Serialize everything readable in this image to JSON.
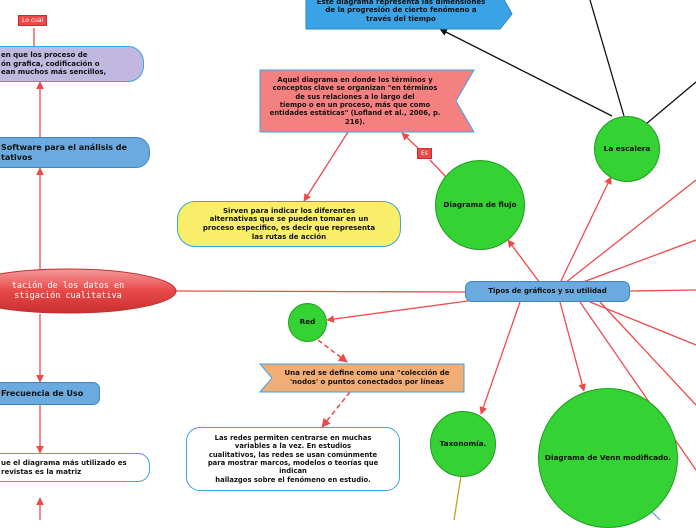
{
  "central_topic": {
    "label": "tación de los datos en\nstigación cualitativa"
  },
  "hub": {
    "label": "Tipos de gráficos y su utilidad"
  },
  "nodes": {
    "top_blue_box": "Este diagrama representa las dimensiones\nde la progresión de cierto fenómeno a\ntravés del tiempo",
    "red_definition": "Aquel diagrama en donde los términos y\nconceptos clave se organizan \"en términos\nde sus relaciones a lo largo del\ntiempo o en un proceso, más que como\nentidades estáticas\" (Lofland et al., 2006, p.\n216).",
    "yellow_routes": "Sirven para indicar los diferentes\nalternativas que se pueden tomar en un\nproceso especifico, es decir que representa\nlas rutas de acción",
    "orange_red_def": "Una red se define como una \"colección de\n'nodos' o puntos conectados por líneas",
    "white_networks": "Las redes permiten centrarse en muchas\nvariables a la vez. En estudios\ncualitativos, las redes se usan comúnmente\npara mostrar marcos, modelos o teorías que\nindican\nhallazgos sobre el fenómeno en estudio.",
    "purple_box": "en que los proceso de\nón grafica, codificación o\nean muchos más sencillos,",
    "software_box": "Software para el análisis de\ntativos",
    "frecuencia": "Frecuencia de Uso",
    "matrix_note": "ue el diagrama más utilizado es\nrevistas es la matriz"
  },
  "circles": {
    "escalera": "La escalera",
    "flujo": "Diagrama de flujo",
    "red": "Red",
    "taxonomia": "Taxonomía.",
    "venn": "Diagrama de Venn modificado."
  },
  "tags": {
    "lo_cual": "Lo cual",
    "es": "Es"
  },
  "colors": {
    "connector": "#ef4a4a",
    "blue": "#6aaadf",
    "green": "#35d234",
    "salmon": "#f58080",
    "yellow": "#f8ee6a",
    "orange": "#f2ad74",
    "purple": "#c0b8de",
    "central_red": "#e84848"
  }
}
